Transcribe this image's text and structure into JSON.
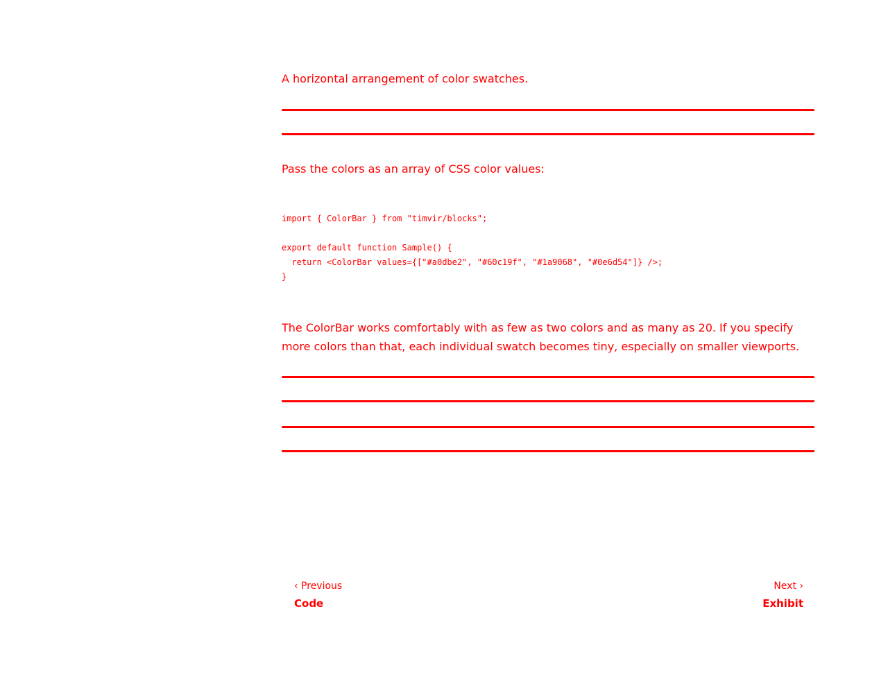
{
  "title": "A horizontal arrangement of color swatches.",
  "intro": "Pass the colors as an array of CSS color values:",
  "code": "import { ColorBar } from \"timvir/blocks\";\n\nexport default function Sample() {\n  return <ColorBar values={[\"#a0dbe2\", \"#60c19f\", \"#1a9068\", \"#0e6d54\"]} />;\n}",
  "swatches": [
    "#a0dbe2",
    "#60c19f",
    "#1a9068",
    "#0e6d54"
  ],
  "note": "The ColorBar works comfortably with as few as two colors and as many as 20. If you specify more colors than that, each individual swatch becomes tiny, especially on smaller viewports.",
  "nav": {
    "previous_label": "‹ Previous",
    "previous_page": "Code",
    "next_label": "Next ›",
    "next_page": "Exhibit"
  },
  "accent": "#ff0000"
}
